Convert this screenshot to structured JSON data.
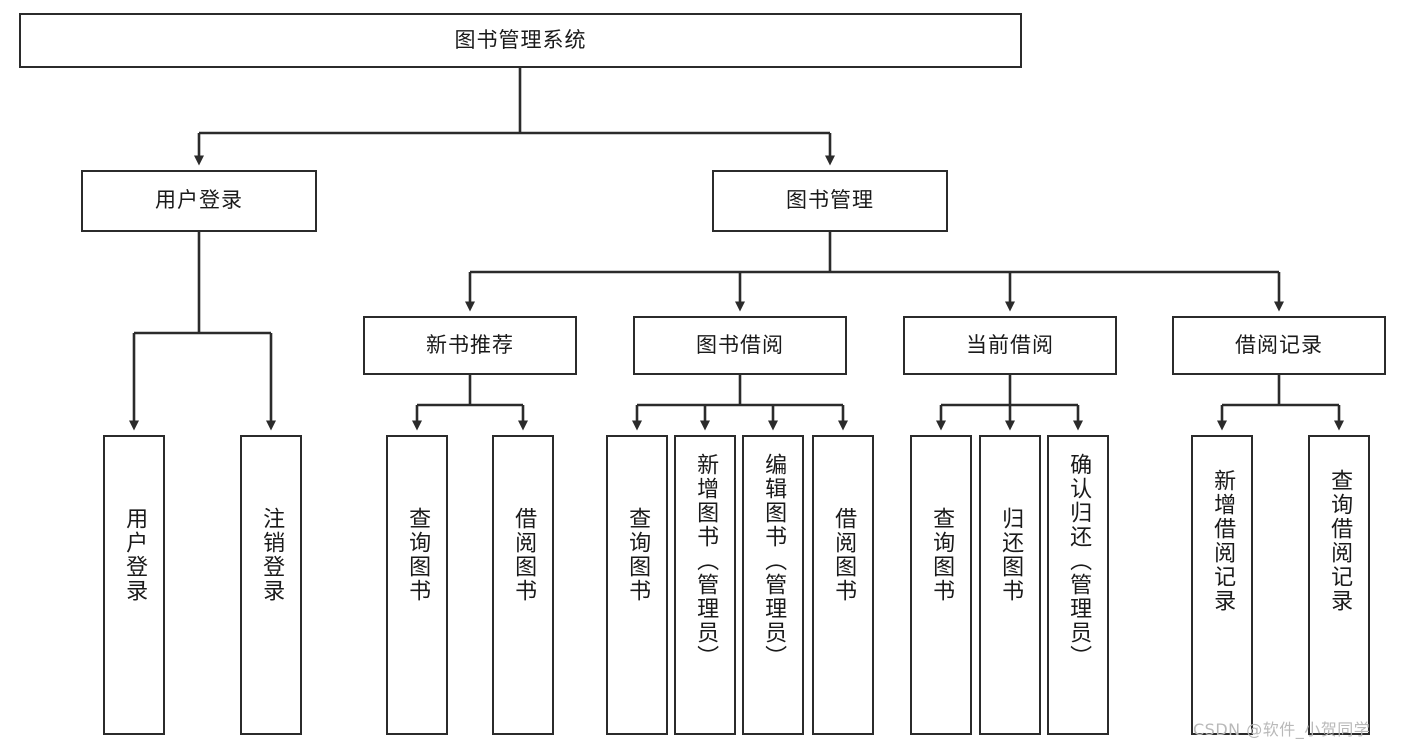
{
  "diagram": {
    "title": "图书管理系统",
    "type": "hierarchy-tree",
    "root": {
      "id": "root",
      "label": "图书管理系统"
    },
    "level2": [
      {
        "id": "user-login",
        "label": "用户登录"
      },
      {
        "id": "book-manage",
        "label": "图书管理"
      }
    ],
    "level3": [
      {
        "id": "new-book-recommend",
        "label": "新书推荐",
        "parent": "book-manage"
      },
      {
        "id": "book-borrow",
        "label": "图书借阅",
        "parent": "book-manage"
      },
      {
        "id": "current-borrow",
        "label": "当前借阅",
        "parent": "book-manage"
      },
      {
        "id": "borrow-record",
        "label": "借阅记录",
        "parent": "book-manage"
      }
    ],
    "leaves": {
      "user_login": [
        {
          "id": "leaf-user-login",
          "label": "用户登录"
        },
        {
          "id": "leaf-logout-login",
          "label": "注销登录"
        }
      ],
      "new_book_recommend": [
        {
          "id": "leaf-query-book-1",
          "label": "查询图书"
        },
        {
          "id": "leaf-borrow-book-1",
          "label": "借阅图书"
        }
      ],
      "book_borrow": [
        {
          "id": "leaf-query-book-2",
          "label": "查询图书"
        },
        {
          "id": "leaf-add-book",
          "label": "新增图书（管理员）"
        },
        {
          "id": "leaf-edit-book",
          "label": "编辑图书（管理员）"
        },
        {
          "id": "leaf-borrow-book-2",
          "label": "借阅图书"
        }
      ],
      "current_borrow": [
        {
          "id": "leaf-query-book-3",
          "label": "查询图书"
        },
        {
          "id": "leaf-return-book",
          "label": "归还图书"
        },
        {
          "id": "leaf-confirm-return",
          "label": "确认归还（管理员）"
        }
      ],
      "borrow_record": [
        {
          "id": "leaf-add-record",
          "label": "新增借阅记录"
        },
        {
          "id": "leaf-query-record",
          "label": "查询借阅记录"
        }
      ]
    },
    "colors": {
      "stroke": "#2b2b2b",
      "fill": "#ffffff",
      "text": "#1a1a1a",
      "watermark": "#b9b9b9"
    }
  },
  "watermark": {
    "text": "CSDN @软件_小贺同学"
  }
}
